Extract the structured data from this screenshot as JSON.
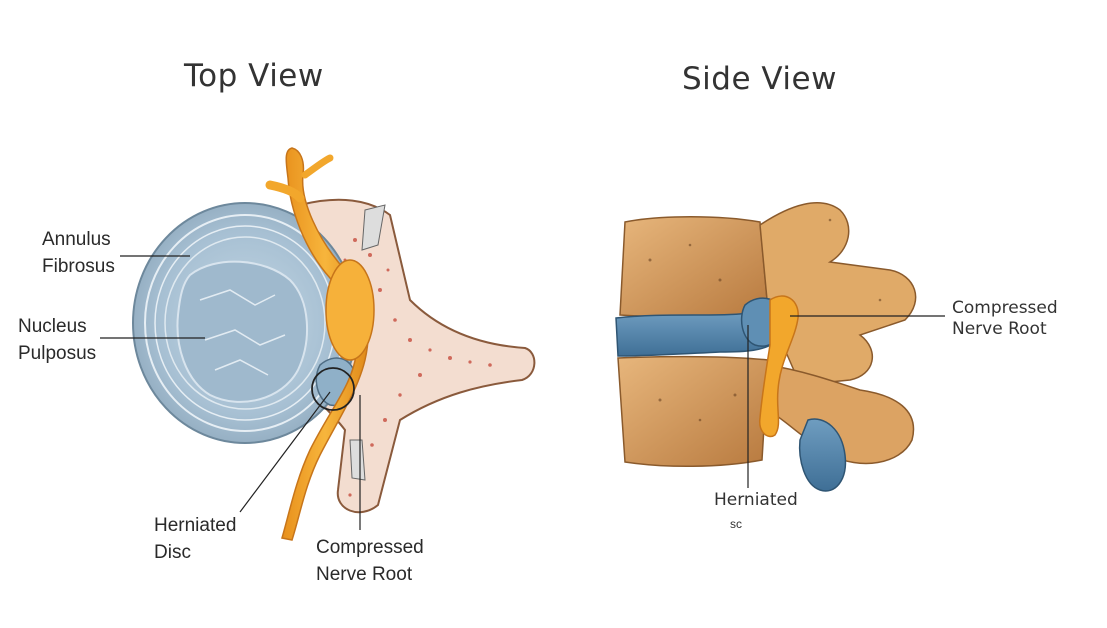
{
  "top_view": {
    "title": "Top View",
    "labels": {
      "annulus_line1": "Annulus",
      "annulus_line2": "Fibrosus",
      "nucleus_line1": "Nucleus",
      "nucleus_line2": "Pulposus",
      "herniated_line1": "Herniated",
      "herniated_line2": "Disc",
      "compressed_line1": "Compressed",
      "compressed_line2": "Nerve Root"
    }
  },
  "side_view": {
    "title": "Side View",
    "labels": {
      "compressed_line1": "Compressed",
      "compressed_line2": "Nerve Root",
      "herniated_line1": "Herniated",
      "herniated_line2": "sc"
    }
  },
  "colors": {
    "disc_blue": "#a9c4d8",
    "nerve_orange": "#f2a72c",
    "bone_tan": "#d9a56a",
    "marrow_red": "#c0392b"
  }
}
